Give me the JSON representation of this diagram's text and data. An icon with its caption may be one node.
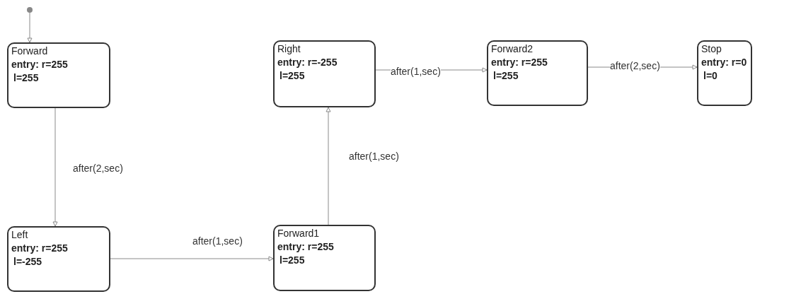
{
  "diagram": {
    "nodes": [
      {
        "text": [],
        "shape": "circle"
      },
      {
        "text": [
          "Forward",
          "entry: r=255",
          "l=255"
        ]
      },
      {
        "text": [
          "Left",
          "entry: r=255",
          "l=-255"
        ]
      },
      {
        "text": [
          "Forward1",
          "entry: r=255",
          "l=255"
        ]
      },
      {
        "text": [
          "Right",
          "entry: r=-255",
          "l=255"
        ]
      },
      {
        "text": [
          "Forward2",
          "entry: r=255",
          "l=255"
        ]
      },
      {
        "text": [
          "Stop",
          "entry: r=0",
          "l=0"
        ]
      }
    ],
    "edges": [
      {
        "from": 0,
        "to": 1,
        "arrow": "to"
      },
      {
        "from": 1,
        "to": 2,
        "arrow": "to",
        "label": "after(2,sec)"
      },
      {
        "from": 2,
        "to": 3,
        "arrow": "to",
        "label": "after(1,sec)"
      },
      {
        "from": 3,
        "to": 4,
        "arrow": "to",
        "label": "after(1,sec)"
      },
      {
        "from": 4,
        "to": 5,
        "arrow": "to",
        "label": "after(1,sec)"
      },
      {
        "from": 5,
        "to": 6,
        "arrow": "to",
        "label": "after(2,sec)"
      }
    ]
  }
}
